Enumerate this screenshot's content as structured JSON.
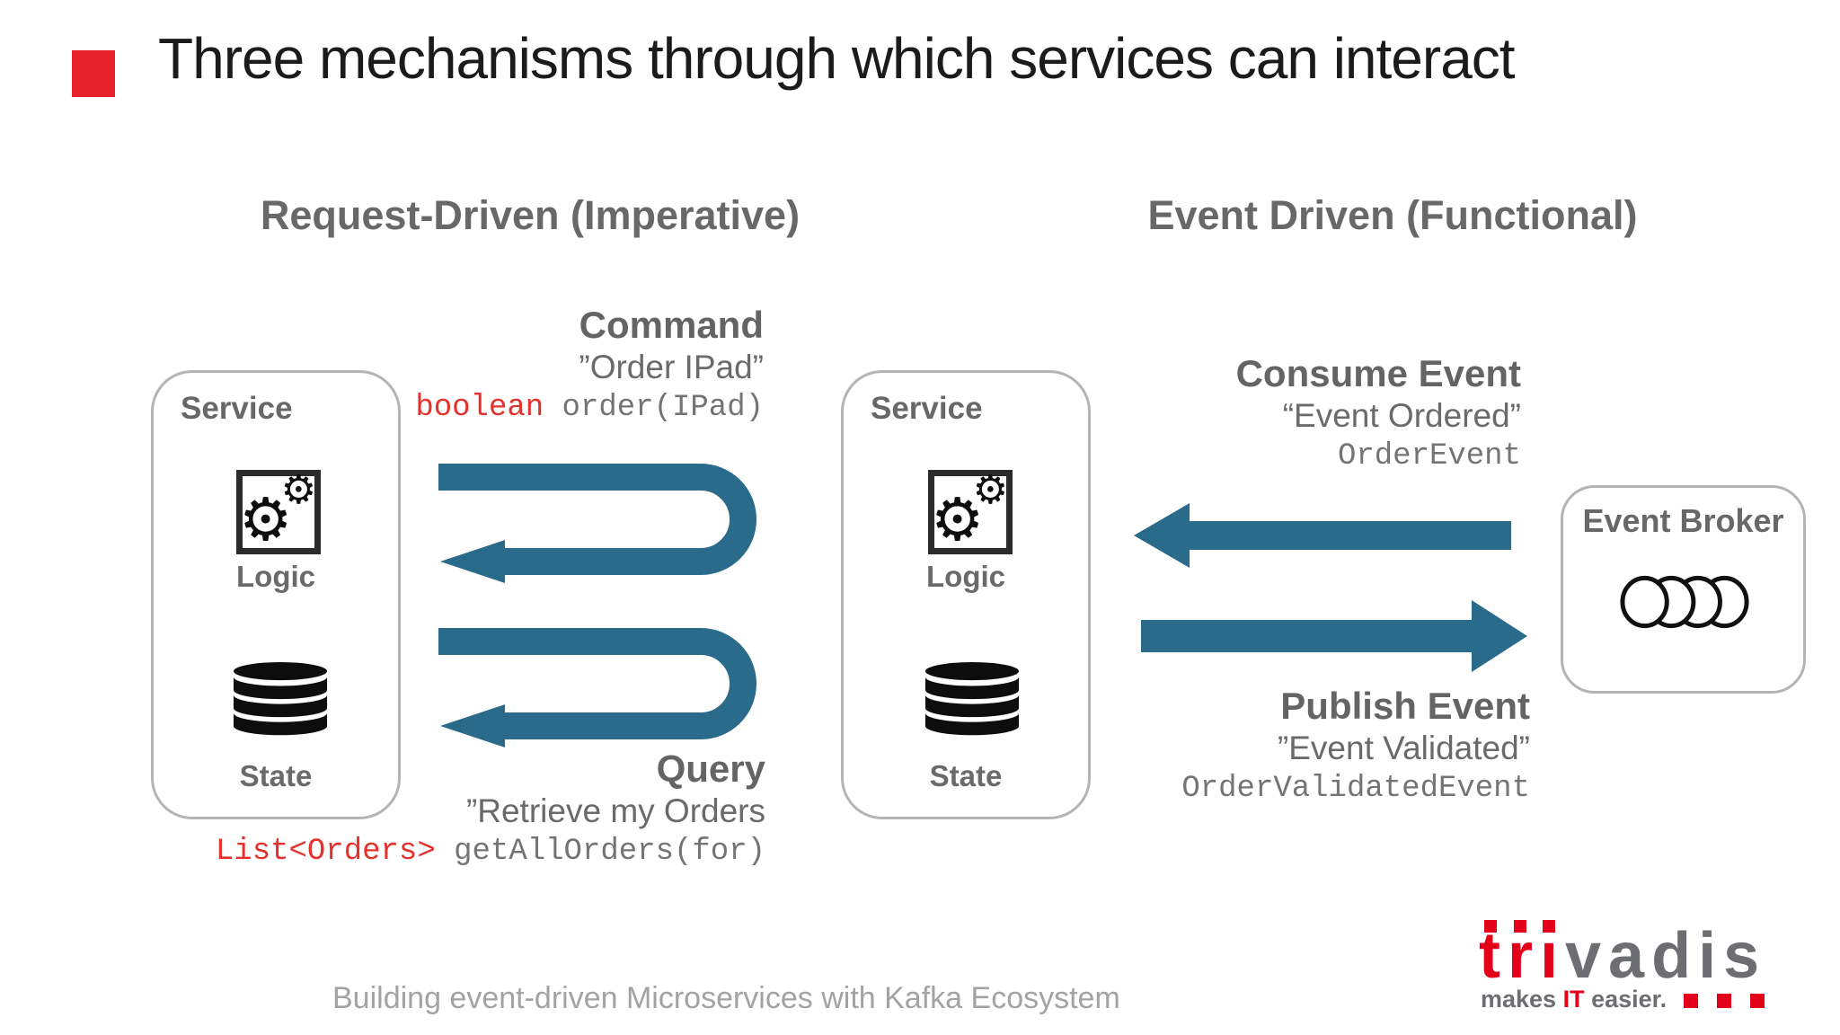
{
  "slide": {
    "title": "Three mechanisms through which services can interact",
    "footer": "Building event-driven Microservices with Kafka Ecosystem"
  },
  "columns": {
    "left_heading": "Request-Driven (Imperative)",
    "right_heading": "Event Driven (Functional)"
  },
  "service_left": {
    "title": "Service",
    "logic_label": "Logic",
    "state_label": "State"
  },
  "service_right": {
    "title": "Service",
    "logic_label": "Logic",
    "state_label": "State"
  },
  "event_broker": {
    "title": "Event Broker"
  },
  "annotations": {
    "command": {
      "title": "Command",
      "quote": "”Order IPad”",
      "code_red": "boolean",
      "code_gray": " order(IPad)"
    },
    "query": {
      "title": "Query",
      "quote": "”Retrieve my Orders",
      "code_red": "List<Orders>",
      "code_gray": " getAllOrders(for)"
    },
    "consume": {
      "title": "Consume Event",
      "quote": "“Event Ordered”",
      "code": "OrderEvent"
    },
    "publish": {
      "title": "Publish Event",
      "quote": "”Event Validated”",
      "code": "OrderValidatedEvent"
    }
  },
  "logo": {
    "brand_red": "trı",
    "brand_gray": "vadis",
    "tagline_before": "makes ",
    "tagline_it": "IT",
    "tagline_after": " easier."
  },
  "colors": {
    "accent_red": "#e8212e",
    "arrow_teal": "#2a6b8c",
    "heading_gray": "#686868",
    "code_red": "#e5312b",
    "logo_red": "#e2001a",
    "logo_gray": "#6d6e71"
  }
}
